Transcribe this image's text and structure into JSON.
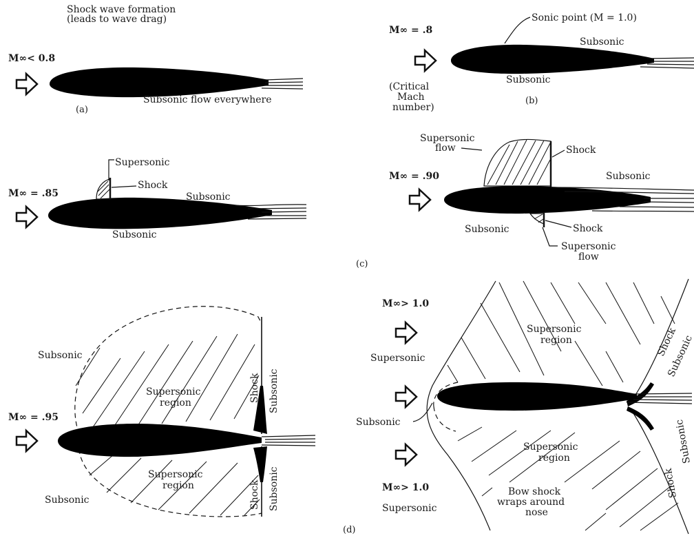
{
  "panel_a": {
    "title_line1": "Shock wave formation",
    "title_line2": "(leads to wave drag)",
    "mach": "M∞< 0.8",
    "flow": "Subsonic flow everywhere",
    "letter": "(a)"
  },
  "panel_a2": {
    "mach": "M∞ = .85",
    "supersonic": "Supersonic",
    "shock": "Shock",
    "subsonic_top": "Subsonic",
    "subsonic_bottom": "Subsonic"
  },
  "panel_b": {
    "mach": "M∞ = .8",
    "sonic_point": "Sonic point (M = 1.0)",
    "subsonic_top": "Subsonic",
    "subsonic_bottom": "Subsonic",
    "critical_1": "(Critical",
    "critical_2": "Mach",
    "critical_3": "number)",
    "letter": "(b)"
  },
  "panel_c": {
    "mach": "M∞ = .90",
    "supersonic_flow_1": "Supersonic",
    "supersonic_flow_2": "flow",
    "shock_top": "Shock",
    "subsonic_right": "Subsonic",
    "subsonic_left": "Subsonic",
    "shock_bottom": "Shock",
    "supersonic_bottom_1": "Supersonic",
    "supersonic_bottom_2": "flow",
    "letter": "(c)"
  },
  "panel_d1": {
    "mach": "M∞ = .95",
    "subsonic_upper": "Subsonic",
    "subsonic_lower": "Subsonic",
    "region_top_1": "Supersonic",
    "region_top_2": "region",
    "region_bottom_1": "Supersonic",
    "region_bottom_2": "region",
    "shock_top": "Shock",
    "shock_bottom": "Shock",
    "subsonic_top_right": "Subsonic",
    "subsonic_bottom_right": "Subsonic"
  },
  "panel_d2": {
    "mach_top": "M∞> 1.0",
    "supersonic_top": "Supersonic",
    "subsonic": "Subsonic",
    "mach_bottom": "M∞> 1.0",
    "supersonic_bottom": "Supersonic",
    "region_top_1": "Supersonic",
    "region_top_2": "region",
    "region_bottom_1": "Supersonic",
    "region_bottom_2": "region",
    "shock_top": "Shock",
    "subsonic_top": "Subsonic",
    "shock_bottom": "Shock",
    "subsonic_bottom": "Subsonic",
    "bow_1": "Bow shock",
    "bow_2": "wraps around",
    "bow_3": "nose",
    "letter": "(d)"
  }
}
